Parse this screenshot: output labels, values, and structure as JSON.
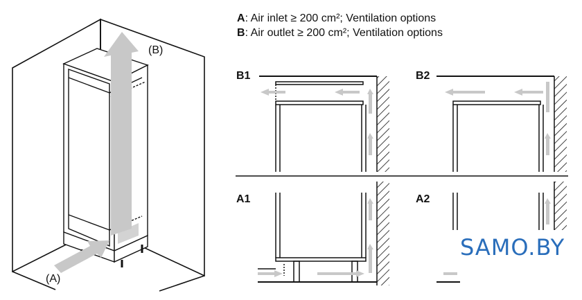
{
  "legend": {
    "a_key": "A",
    "a_text": ": Air inlet ≥ 200 cm²; Ventilation options",
    "b_key": "B",
    "b_text": ": Air outlet ≥ 200 cm²; Ventilation options"
  },
  "labels": {
    "b1": "B1",
    "b2": "B2",
    "a1": "A1",
    "a2": "A2",
    "inlet": "(A)",
    "outlet": "(B)"
  },
  "logo": "SAMO.BY",
  "colors": {
    "line": "#111111",
    "arrow": "#c8c8c8",
    "logo": "#2a6ebb"
  }
}
